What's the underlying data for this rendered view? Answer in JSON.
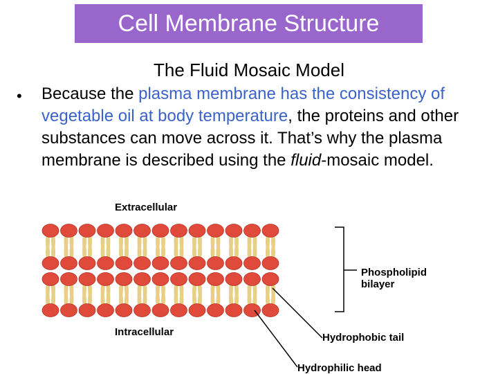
{
  "slide": {
    "title": "Cell Membrane Structure",
    "subtitle": "The Fluid Mosaic Model",
    "bullet": {
      "p1": "Because the ",
      "h1": "plasma membrane has the consistency of vegetable oil at body temperature",
      "p2": ", the proteins and other substances can move across it. That’s why the plasma membrane is described using the ",
      "em": "fluid",
      "p3": "-mosaic model."
    }
  },
  "diagram": {
    "label_extracellular": "Extracellular",
    "label_intracellular": "Intracellular",
    "label_bilayer_1": "Phospholipid",
    "label_bilayer_2": "bilayer",
    "label_tail": "Hydrophobic tail",
    "label_head": "Hydrophilic head",
    "colors": {
      "head": "#e04a3a",
      "tail": "#e8cf86",
      "accent": "#9966cc"
    }
  }
}
